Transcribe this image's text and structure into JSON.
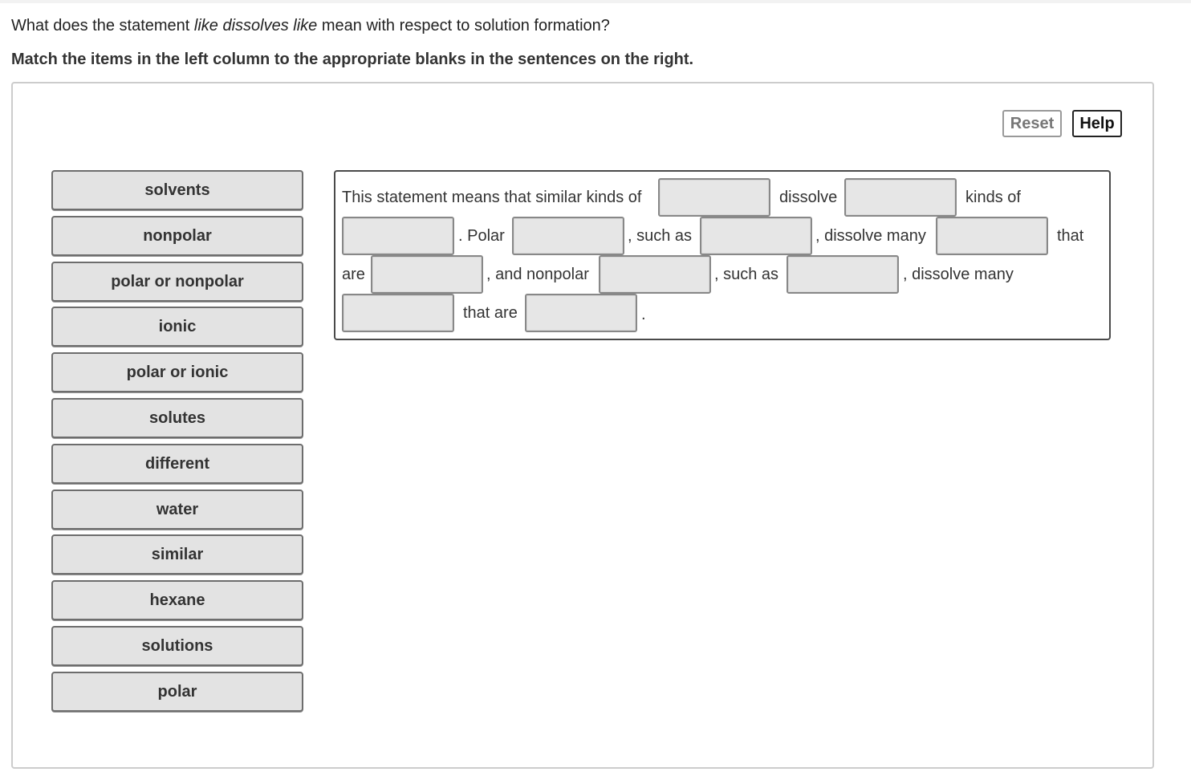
{
  "question": {
    "prefix": "What does the statement ",
    "emphasis": "like dissolves like",
    "suffix": " mean with respect to solution formation?"
  },
  "instruction": "Match the items in the left column to the appropriate blanks in the sentences on the right.",
  "toolbar": {
    "reset_label": "Reset",
    "help_label": "Help"
  },
  "items": [
    "solvents",
    "nonpolar",
    "polar or nonpolar",
    "ionic",
    "polar or ionic",
    "solutes",
    "different",
    "water",
    "similar",
    "hexane",
    "solutions",
    "polar"
  ],
  "sentence": {
    "t1": "This statement means that similar kinds of",
    "t2": "dissolve",
    "t3": "kinds of",
    "t4": ". Polar",
    "t5": ", such as",
    "t6": ", dissolve many",
    "t7": "that",
    "t8": "are",
    "t9": ", and nonpolar",
    "t10": ", such as",
    "t11": ", dissolve many",
    "t12": "that are",
    "t13": "."
  }
}
